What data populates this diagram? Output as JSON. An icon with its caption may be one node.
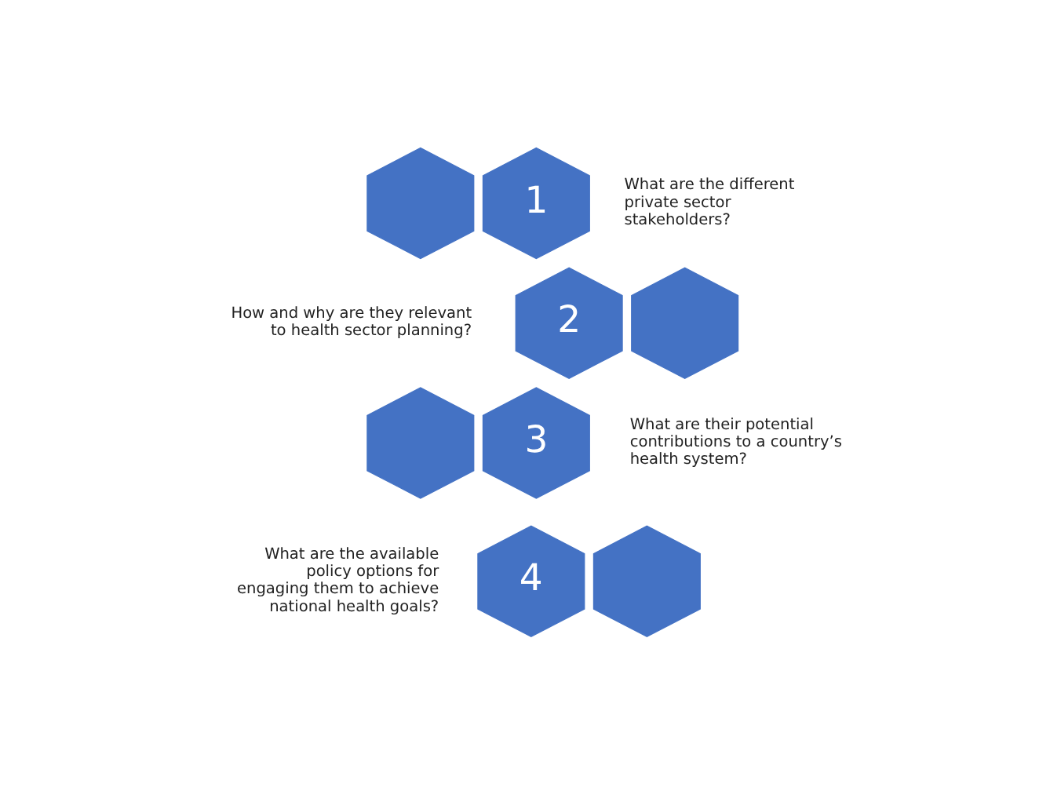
{
  "diagram": {
    "nodes": [
      {
        "text": [],
        "shape": "hexagon"
      },
      {
        "text": [
          "1"
        ],
        "beside": [
          "What are the different private sector stakeholders?"
        ]
      },
      {
        "text": [
          "2"
        ],
        "beside": [
          "How and why are they relevant to health sector planning?"
        ]
      },
      {
        "text": [],
        "shape": "hexagon"
      },
      {
        "text": [],
        "shape": "hexagon"
      },
      {
        "text": [
          "3"
        ],
        "beside": [
          "What are their potential contributions to a country’s health system?"
        ]
      },
      {
        "text": [
          "4"
        ],
        "beside": [
          "What are the available policy options for engaging them to achieve national health goals?"
        ]
      },
      {
        "text": [],
        "shape": "hexagon"
      }
    ],
    "edges": []
  }
}
